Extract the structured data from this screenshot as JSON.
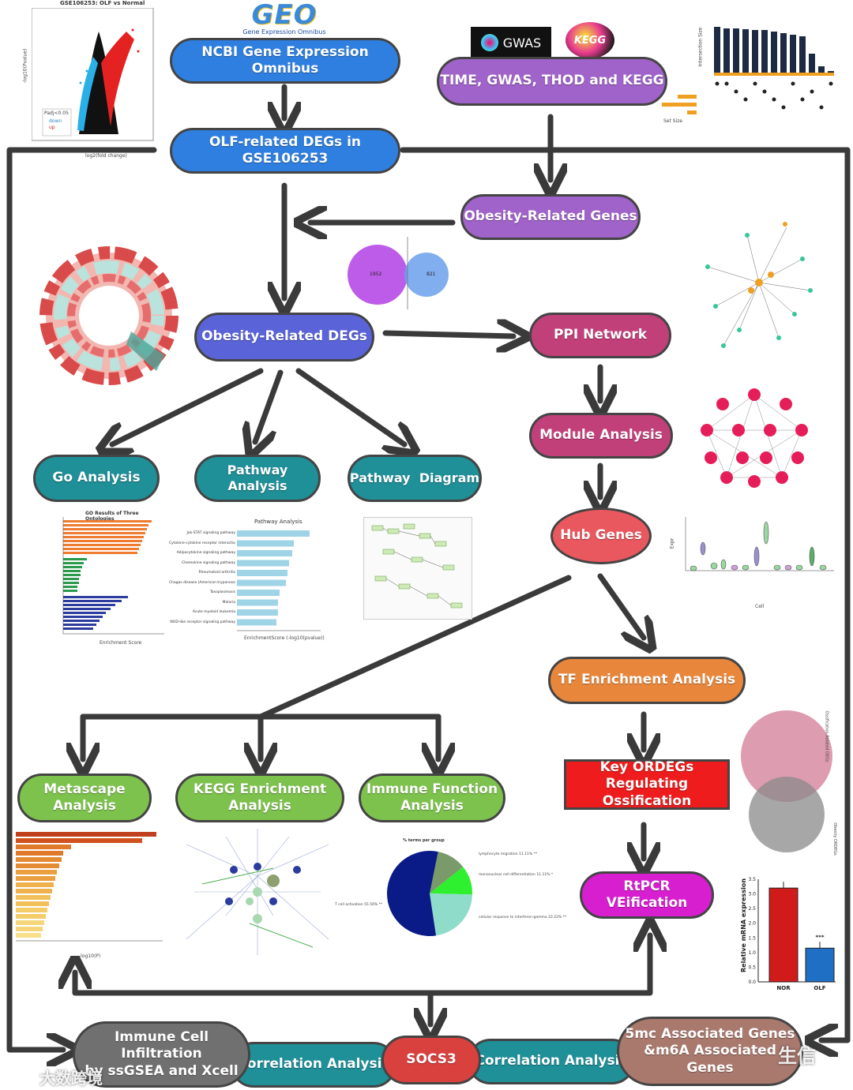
{
  "nodes": {
    "geo": "NCBI Gene Expression Omnibus",
    "time_gwas": "TIME, GWAS, THOD and KEGG",
    "olf_degs": "OLF-related DEGs in GSE106253",
    "obesity_genes": "Obesity-Related Genes",
    "obesity_degs": "Obesity-Related DEGs",
    "ppi": "PPI Network",
    "go": "Go Analysis",
    "pathway": "Pathway Analysis",
    "pathway_diagram": "Pathway  Diagram",
    "module": "Module Analysis",
    "hub": "Hub Genes",
    "tf": "TF Enrichment Analysis",
    "key_ordegs_1": "Key ORDEGs",
    "key_ordegs_2": "Regulating Ossification",
    "metascape_1": "Metascape",
    "metascape_2": "Analysis",
    "kegg_1": "KEGG Enrichment",
    "kegg_2": "Analysis",
    "immune_fn_1": "Immune Function",
    "immune_fn_2": "Analysis",
    "rtpcr": "RtPCR VEification",
    "immune_cell_1": "Immune Cell Infiltration",
    "immune_cell_2": "by ssGSEA and Xcell",
    "corr_left": "Correlation Analysis",
    "socs3": "SOCS3",
    "corr_right": "Correlation Analysis",
    "methyl_1": "5mc Associated Genes",
    "methyl_2": "&m6A Associated Genes"
  },
  "logos": {
    "geo": "GEO",
    "geo_sub": "Gene Expression Omnibus",
    "gwas": "GWAS",
    "kegg": "KEGG"
  },
  "thumbs": {
    "volcano_title": "GSE106253: OLF vs Normal",
    "volcano_ylabel": "-log10(Pvalue)",
    "volcano_xlabel": "log2(fold change)",
    "volcano_legend_title": "Padj<0.05",
    "volcano_legend_down": "down",
    "volcano_legend_up": "up",
    "venn_left": "1952",
    "venn_right": "821",
    "go_title": "GO Results of Three Ontologies",
    "go_xlabel": "Enrichment Score",
    "pathway_title": "Pathway Analysis",
    "pathway_xlabel": "EnrichmentScore (-log10(pvalue))",
    "pathway_terms": [
      "Jak-STAT signaling pathway",
      "Cytokine-cytokine receptor interaction",
      "Adipocytokine signaling pathway",
      "Chemokine signaling pathway",
      "Rheumatoid arthritis",
      "Chagas disease (American trypanosomiasis)",
      "Toxoplasmosis",
      "Malaria",
      "Acute myeloid leukemia",
      "NOD-like receptor signaling pathway"
    ],
    "hub_ylabel": "Expr",
    "hub_xlabel": "Cell",
    "meta_xlabel": "-log10(P)",
    "pie_title": "% terms per group",
    "pie_labels": [
      "lymphocyte migration 11.11% **",
      "mononuclear cell differentiation 11.11% *",
      "cellular response to interferon-gamma 22.22% **",
      "T cell activation 55.56% **"
    ],
    "bar_ylabel": "Relative mRNA expression",
    "bar_categories": [
      "NOR",
      "OLF"
    ],
    "bar_sig": "***",
    "upset_ylabel": "Intersection Size",
    "upset_xlabel": "Set Size",
    "venn2_label_top": "Ossification-Related DEGs",
    "venn2_label_bottom": "Obesity ORDEGs"
  },
  "watermarks": {
    "left": "大数跨境",
    "right": "生信"
  },
  "colors": {
    "arrow": "#3a3a3a"
  }
}
